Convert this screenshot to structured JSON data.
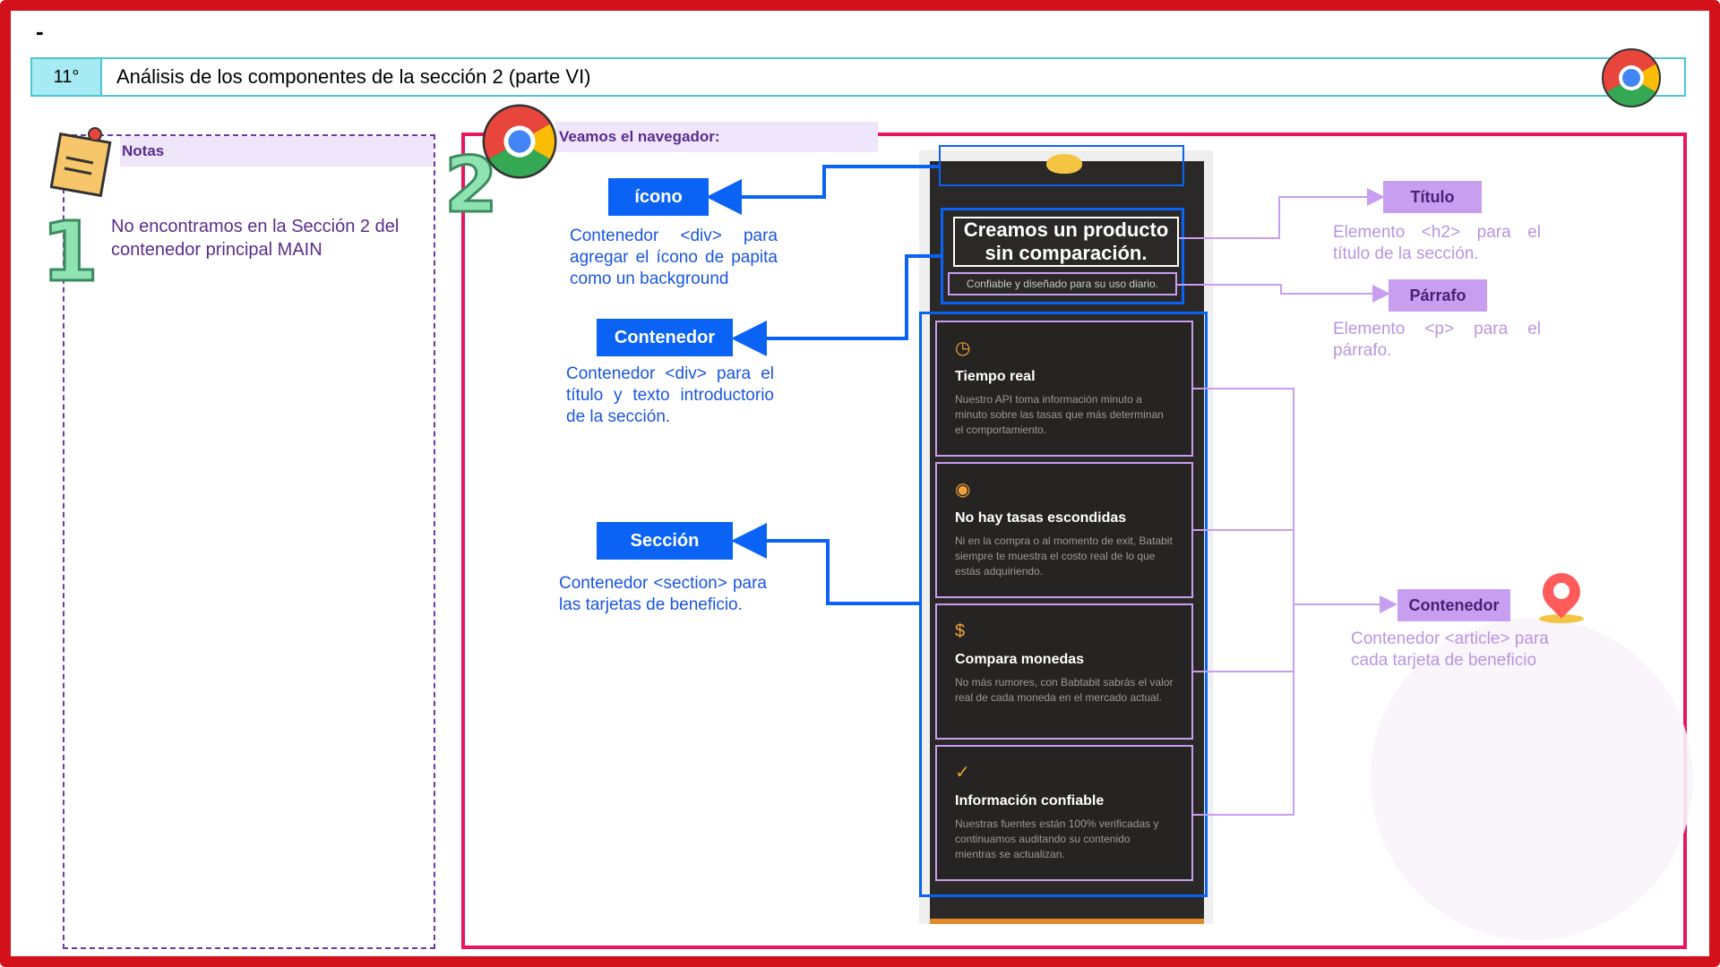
{
  "header": {
    "dash": "-",
    "number": "11°",
    "title": "Análisis de los componentes de la sección 2 (parte VI)"
  },
  "notes": {
    "heading": "Notas",
    "step_number": "1",
    "text": "No encontramos en la Sección 2 del contenedor principal MAIN"
  },
  "browser": {
    "step_number": "2",
    "heading": "Veamos el navegador:"
  },
  "labels_left": {
    "icono": {
      "label": "ícono",
      "desc": "Contenedor <div> para agregar el ícono de papita como un background"
    },
    "contenedor": {
      "label": "Contenedor",
      "desc": "Contenedor <div> para el título y texto introductorio de la sección."
    },
    "seccion": {
      "label": "Sección",
      "desc": "Contenedor <section> para las tarjetas de beneficio."
    }
  },
  "labels_right": {
    "titulo": {
      "label": "Título",
      "desc": "Elemento <h2> para el título de la sección."
    },
    "parrafo": {
      "label": "Párrafo",
      "desc": "Elemento <p> para el párrafo."
    },
    "contenedor": {
      "label": "Contenedor",
      "desc": "Contenedor <article> para cada tarjeta de beneficio"
    }
  },
  "phone": {
    "title": "Creamos un producto sin comparación.",
    "paragraph": "Confiable y diseñado para su uso diario.",
    "cards": [
      {
        "icon": "clock-icon",
        "glyph": "◷",
        "title": "Tiempo real",
        "desc": "Nuestro API toma información minuto a minuto sobre las tasas que más determinan el comportamiento."
      },
      {
        "icon": "eye-icon",
        "glyph": "◉",
        "title": "No hay tasas escondidas",
        "desc": "Ni en la compra o al momento de exit, Batabit siempre te muestra el costo real de lo que estás adquiriendo."
      },
      {
        "icon": "dollar-icon",
        "glyph": "$",
        "title": "Compara monedas",
        "desc": "No más rumores, con Babtabit sabrás el valor real de cada moneda en el mercado actual."
      },
      {
        "icon": "check-circle-icon",
        "glyph": "✓",
        "title": "Información confiable",
        "desc": "Nuestras fuentes están 100% verificadas y continuamos auditando su contenido mientras se actualizan."
      }
    ]
  },
  "colors": {
    "frame": "#d2111a",
    "accent_blue": "#0a63f4",
    "accent_purple": "#c89ef0",
    "main_border": "#e8175d"
  }
}
